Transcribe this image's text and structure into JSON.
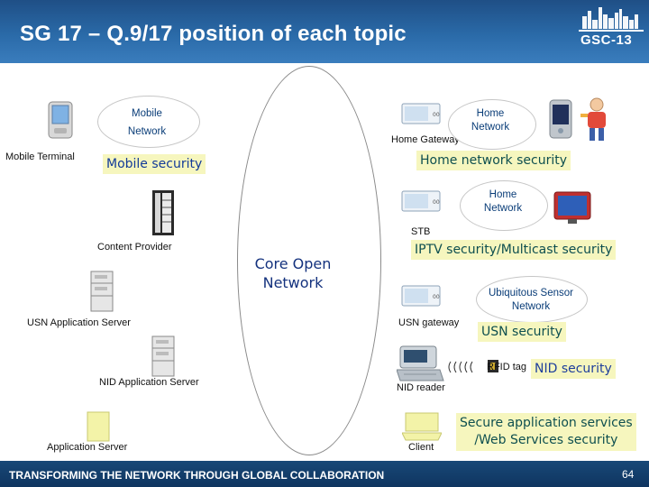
{
  "header": {
    "title": "SG 17 – Q.9/17 position of each topic"
  },
  "logo": {
    "text": "GSC-13"
  },
  "footer": {
    "tagline": "TRANSFORMING THE NETWORK THROUGH GLOBAL COLLABORATION",
    "page_number": "64"
  },
  "core": {
    "label": "Core Open Network"
  },
  "clouds": {
    "mobile_network": {
      "line1": "Mobile",
      "line2": "Network"
    },
    "home_network_1": {
      "line1": "Home",
      "line2": "Network"
    },
    "home_network_2": {
      "line1": "Home",
      "line2": "Network"
    },
    "usn_network": {
      "line1": "Ubiquitous Sensor",
      "line2": "Network"
    }
  },
  "devices": {
    "mobile_terminal": "Mobile Terminal",
    "home_gateway": "Home Gateway",
    "stb": "STB",
    "content_provider": "Content Provider",
    "usn_app_server": "USN Application Server",
    "usn_gateway": "USN gateway",
    "nid_app_server": "NID Application Server",
    "nid_reader": "NID reader",
    "rfid_tag": "RFID tag",
    "app_server": "Application Server",
    "client": "Client"
  },
  "security": {
    "mobile": "Mobile security",
    "home_network": "Home network security",
    "iptv": "IPTV security/Multicast security",
    "usn": "USN security",
    "nid": "NID security",
    "secure_app_line1": "Secure application services",
    "secure_app_line2": "/Web Services security"
  }
}
